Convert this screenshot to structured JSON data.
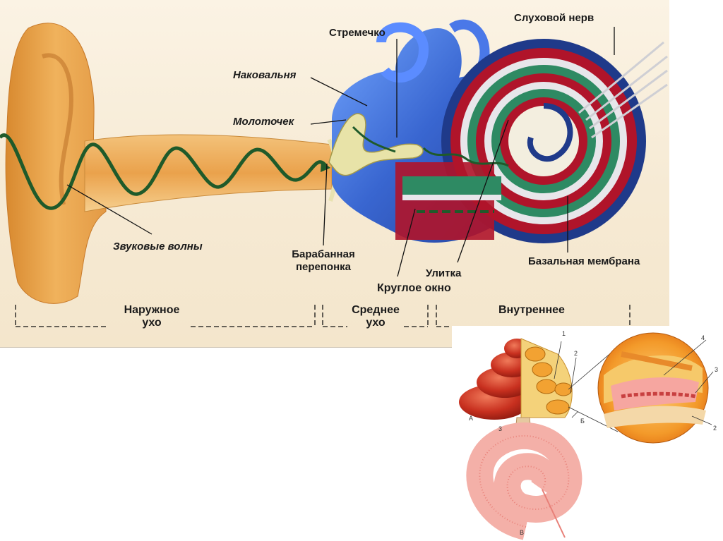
{
  "ear_diagram": {
    "labels": {
      "auditory_nerve": "Слуховой нерв",
      "stapes": "Стремечко",
      "incus": "Наковальня",
      "malleus": "Молоточек",
      "sound_waves": "Звуковые волны",
      "eardrum_line1": "Барабанная",
      "eardrum_line2": "перепонка",
      "cochlea": "Улитка",
      "round_window": "Круглое окно",
      "basilar_membrane": "Базальная мембрана"
    },
    "sections": {
      "outer_line1": "Наружное",
      "outer_line2": "ухо",
      "middle_line1": "Среднее",
      "middle_line2": "ухо",
      "inner": "Внутреннее"
    },
    "colors": {
      "ear_orange": "#e9a24a",
      "wave_green": "#1f5a2a",
      "canal_blue": "#2f5fd0",
      "cochlea_red": "#b0142a",
      "cochlea_green": "#2e8a63"
    }
  },
  "cochlea_diagram": {
    "labels": {
      "n1": "1",
      "n2": "2",
      "n3": "3",
      "n4": "4",
      "n3b": "3",
      "n2b": "2",
      "panel_a": "А",
      "panel_a_3": "3",
      "panel_b": "Б",
      "panel_v": "В"
    }
  }
}
